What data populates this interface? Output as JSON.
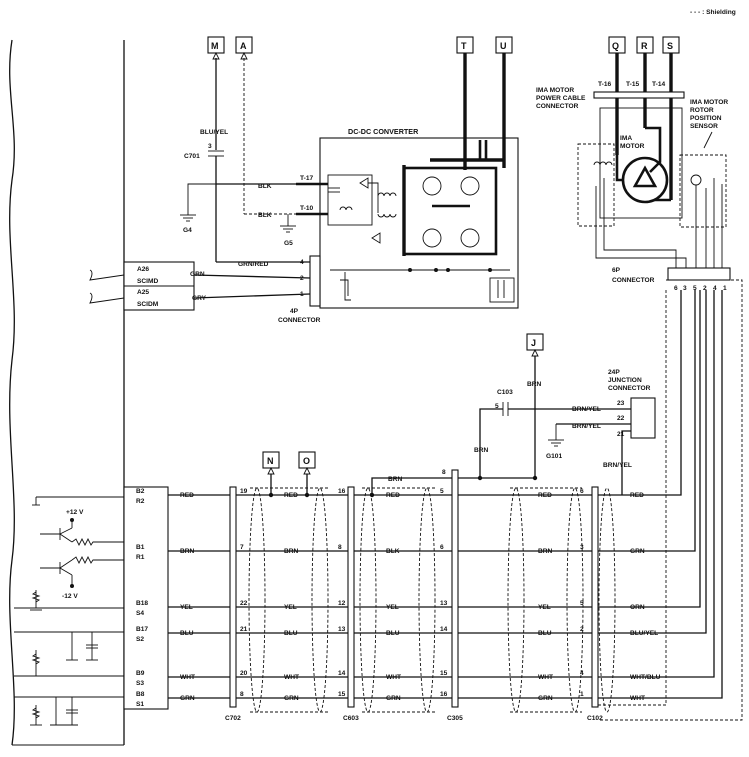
{
  "legend": {
    "shielding": "- - - : Shielding"
  },
  "terminals": {
    "M": "M",
    "A": "A",
    "T": "T",
    "U": "U",
    "Q": "Q",
    "R": "R",
    "S": "S",
    "J": "J",
    "N": "N",
    "O": "O"
  },
  "converter": {
    "title": "DC-DC CONVERTER",
    "t17": "T-17",
    "t10": "T-10",
    "blk1": "BLK",
    "blk2": "BLK",
    "grn_red": "GRN/RED",
    "pins": [
      "4",
      "2",
      "1"
    ],
    "connector": [
      "4P",
      "CONNECTOR"
    ]
  },
  "c701": {
    "label": "C701",
    "pin": "3",
    "wire": "BLU/YEL"
  },
  "grounds": {
    "g4": "G4",
    "g5": "G5",
    "g101": "G101"
  },
  "ecm_pins": {
    "a26": "A26",
    "scimd": "SCIMD",
    "a25": "A25",
    "scidm": "SCIDM",
    "grn": "GRN",
    "gry": "GRY"
  },
  "motor": {
    "power_cable": [
      "IMA MOTOR",
      "POWER CABLE",
      "CONNECTOR"
    ],
    "t16": "T-16",
    "t15": "T-15",
    "t14": "T-14",
    "motor": [
      "IMA",
      "MOTOR"
    ],
    "sensor": [
      "IMA MOTOR",
      "ROTOR",
      "POSITION",
      "SENSOR"
    ],
    "connector6p": [
      "6P",
      "CONNECTOR"
    ],
    "pins6p": [
      "6",
      "3",
      "5",
      "2",
      "4",
      "1"
    ]
  },
  "junction": {
    "label": [
      "24P",
      "JUNCTION",
      "CONNECTOR"
    ],
    "c103": "C103",
    "c103_pin": "5",
    "brn": "BRN",
    "brn_yel1": "BRN/YEL",
    "brn_yel2": "BRN/YEL",
    "brn_yel3": "BRN/YEL",
    "pins": [
      "23",
      "22",
      "21"
    ]
  },
  "supply": {
    "plus12": "+12 V",
    "minus12": "-12 V"
  },
  "rows": [
    {
      "ecm1": "B2",
      "ecm2": "R2",
      "w1": "RED",
      "p702": "19",
      "w2": "RED",
      "p603": "16",
      "w3": "RED",
      "p305a": "5",
      "w4": "RED",
      "p102": "6",
      "w5": "RED"
    },
    {
      "ecm1": "B1",
      "ecm2": "R1",
      "w1": "BRN",
      "p702": "7",
      "w2": "BRN",
      "p603": "8",
      "w3": "BLK",
      "p305a": "6",
      "w4": "BRN",
      "p102": "3",
      "w5": "GRN"
    },
    {
      "ecm1": "B18",
      "ecm2": "S4",
      "w1": "YEL",
      "p702": "22",
      "w2": "YEL",
      "p603": "12",
      "w3": "YEL",
      "p305a": "13",
      "w4": "YEL",
      "p102": "5",
      "w5": "ORN"
    },
    {
      "ecm1": "B17",
      "ecm2": "S2",
      "w1": "BLU",
      "p702": "21",
      "w2": "BLU",
      "p603": "13",
      "w3": "BLU",
      "p305a": "14",
      "w4": "BLU",
      "p102": "2",
      "w5": "BLU/YEL"
    },
    {
      "ecm1": "B9",
      "ecm2": "S3",
      "w1": "WHT",
      "p702": "20",
      "w2": "WHT",
      "p603": "14",
      "w3": "WHT",
      "p305a": "15",
      "w4": "WHT",
      "p102": "4",
      "w5": "WHT/BLU"
    },
    {
      "ecm1": "B8",
      "ecm2": "S1",
      "w1": "GRN",
      "p702": "8",
      "w2": "GRN",
      "p603": "15",
      "w3": "GRN",
      "p305a": "16",
      "w4": "GRN",
      "p102": "1",
      "w5": "WHT"
    }
  ],
  "c305_brn": {
    "wire": "BRN",
    "pin": "8"
  },
  "connectors": {
    "c702": "C702",
    "c603": "C603",
    "c305": "C305",
    "c102": "C102"
  }
}
